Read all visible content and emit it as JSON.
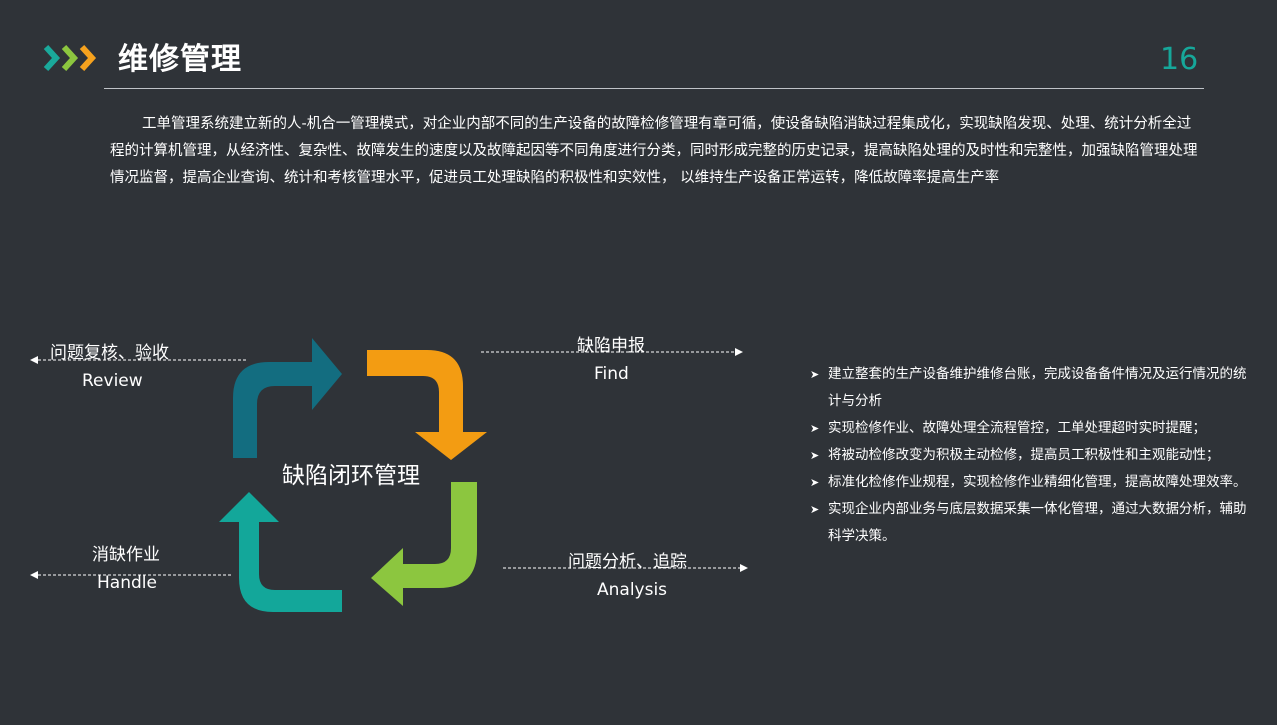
{
  "header": {
    "title": "维修管理",
    "page_number": "16",
    "chevron_colors": [
      "#1aa99b",
      "#8cc63f",
      "#f6a21e"
    ]
  },
  "intro": {
    "text": "工单管理系统建立新的人-机合一管理模式，对企业内部不同的生产设备的故障检修管理有章可循，使设备缺陷消缺过程集成化，实现缺陷发现、处理、统计分析全过程的计算机管理，从经济性、复杂性、故障发生的速度以及故障起因等不同角度进行分类，同时形成完整的历史记录，提高缺陷处理的及时性和完整性，加强缺陷管理处理情况监督，提高企业查询、统计和考核管理水平，促进员工处理缺陷的积极性和实效性， 以维持生产设备正常运转，降低故障率提高生产率"
  },
  "cycle": {
    "center_label": "缺陷闭环管理",
    "colors": {
      "top_left": "#136d80",
      "top_right": "#f39c12",
      "bottom_right": "#8cc63f",
      "bottom_left": "#13a79a"
    },
    "steps": [
      {
        "label": "问题复核、验收",
        "sub": "Review"
      },
      {
        "label": "缺陷申报",
        "sub": "Find"
      },
      {
        "label": "消缺作业",
        "sub": "Handle"
      },
      {
        "label": "问题分析、追踪",
        "sub": "Analysis"
      }
    ]
  },
  "bullets": [
    "建立整套的生产设备维护维修台账，完成设备备件情况及运行情况的统计与分析",
    "实现检修作业、故障处理全流程管控，工单处理超时实时提醒；",
    "将被动检修改变为积极主动检修，提高员工积极性和主观能动性；",
    "标准化检修作业规程，实现检修作业精细化管理，提高故障处理效率。",
    "实现企业内部业务与底层数据采集一体化管理，通过大数据分析，辅助科学决策。"
  ],
  "bullet_mark": "➤"
}
